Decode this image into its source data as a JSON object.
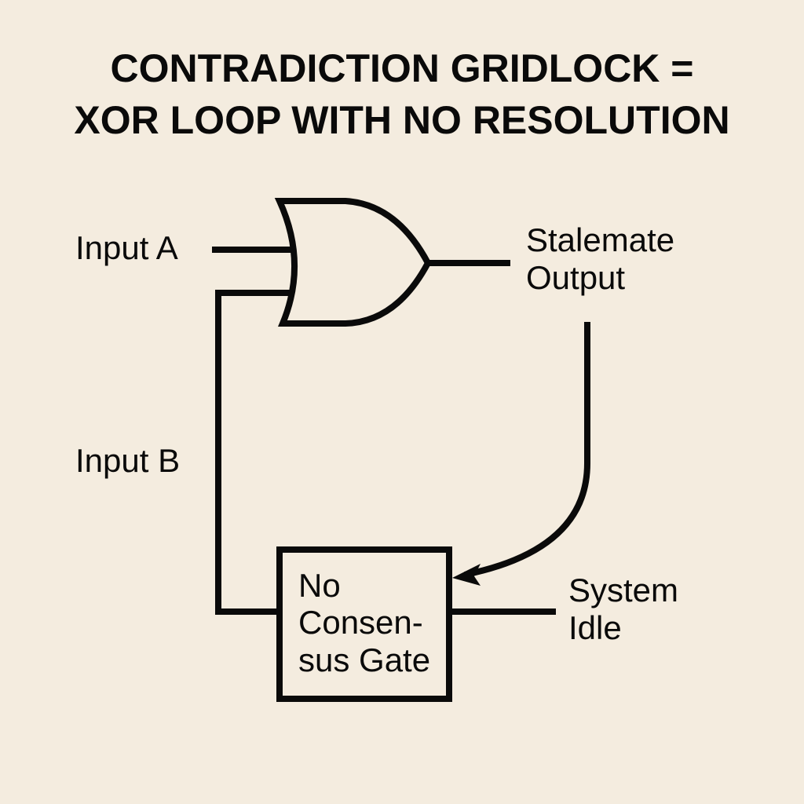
{
  "title": {
    "line1": "CONTRADICTION GRIDLOCK =",
    "line2": "XOR LOOP WITH NO RESOLUTION"
  },
  "labels": {
    "input_a": "Input A",
    "input_b": "Input B",
    "stalemate_line1": "Stalemate",
    "stalemate_line2": "Output",
    "gate_line1": "No",
    "gate_line2": "Consen-",
    "gate_line3": "sus Gate",
    "idle_line1": "System",
    "idle_line2": "Idle"
  },
  "colors": {
    "background": "#f4ecdf",
    "ink": "#0a0a0a"
  }
}
